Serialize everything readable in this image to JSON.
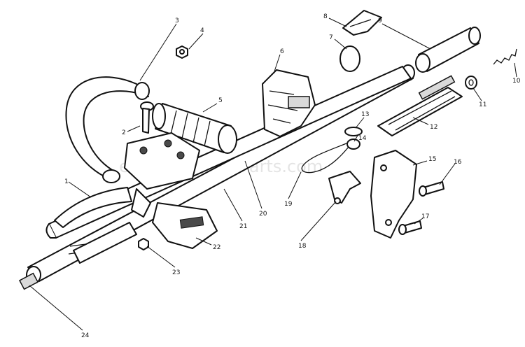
{
  "callouts": [
    "1",
    "2",
    "3",
    "4",
    "5",
    "6",
    "7",
    "8",
    "9",
    "10",
    "11",
    "12",
    "13",
    "14",
    "15",
    "16",
    "17",
    "18",
    "19",
    "20",
    "21",
    "22",
    "23",
    "24"
  ],
  "watermark": "eReplacementParts.com"
}
